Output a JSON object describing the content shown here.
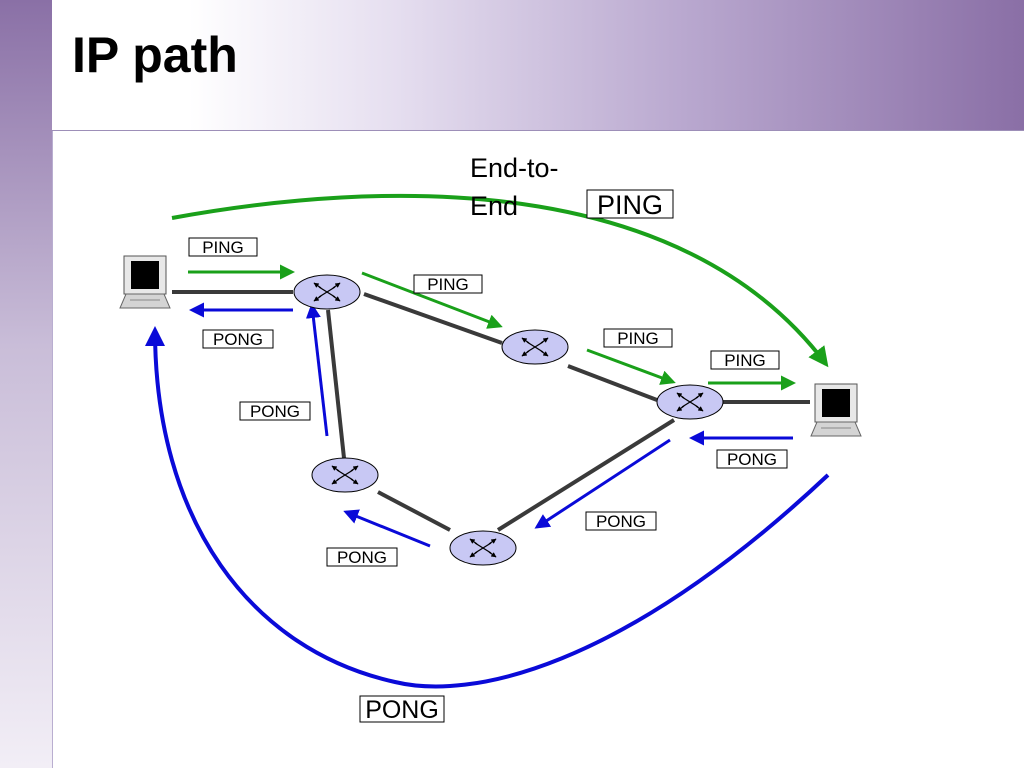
{
  "slide": {
    "title": "IP path"
  },
  "diagram": {
    "end_to_end": {
      "line1": "End-to-",
      "line2": "End",
      "ping": "PING",
      "pong": "PONG"
    },
    "hop_labels": {
      "ping_1": "PING",
      "ping_2": "PING",
      "ping_3": "PING",
      "ping_4": "PING",
      "pong_1": "PONG",
      "pong_2": "PONG",
      "pong_3": "PONG",
      "pong_4": "PONG",
      "pong_5": "PONG"
    },
    "colors": {
      "ping": "#1aa01a",
      "pong": "#0a0ad8",
      "link": "#3a3a3a",
      "router_fill": "#c8c8f4"
    },
    "icons": {
      "router": "router-icon",
      "host": "computer-icon"
    }
  }
}
